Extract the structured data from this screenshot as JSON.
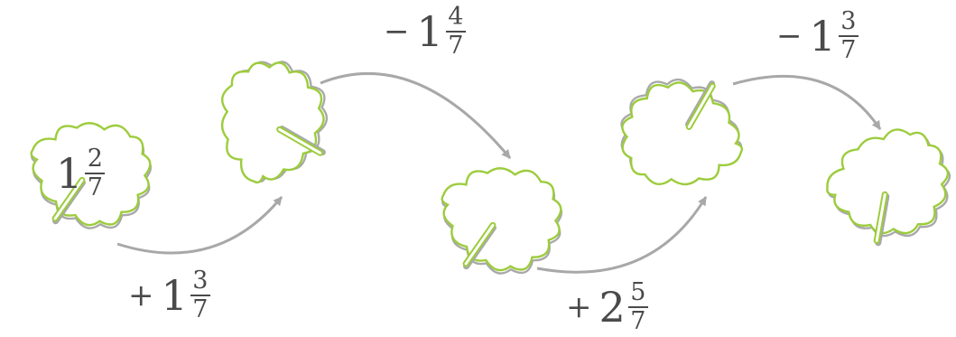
{
  "start": {
    "whole": "1",
    "num": "2",
    "den": "7"
  },
  "steps": [
    {
      "sign": "+",
      "whole": "1",
      "num": "3",
      "den": "7"
    },
    {
      "sign": "−",
      "whole": "1",
      "num": "4",
      "den": "7"
    },
    {
      "sign": "+",
      "whole": "2",
      "num": "5",
      "den": "7"
    },
    {
      "sign": "−",
      "whole": "1",
      "num": "3",
      "den": "7"
    }
  ],
  "colors": {
    "leaf_outline": "#9ccc3c",
    "leaf_shadow": "#a9a9a9",
    "arrow": "#a8a8a8",
    "text": "#4a4a4a"
  },
  "icons": [
    "maple-leaf-icon",
    "curved-arrow-icon"
  ]
}
